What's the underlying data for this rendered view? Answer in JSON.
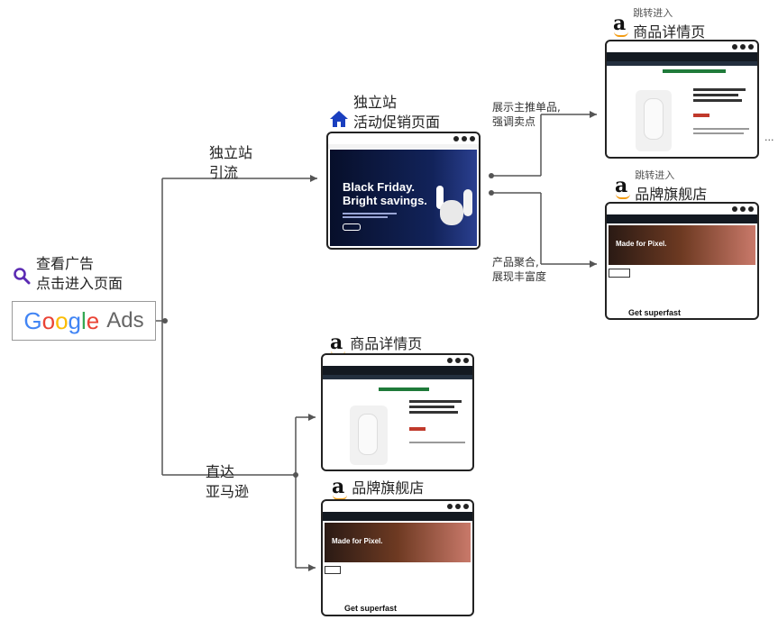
{
  "google": {
    "ads": "Ads",
    "caption_line1": "查看广告",
    "caption_line2": "点击进入页面"
  },
  "branch_top": {
    "line1": "独立站",
    "line2": "引流"
  },
  "branch_bottom": {
    "line1": "直达",
    "line2": "亚马逊"
  },
  "independent_site": {
    "line1": "独立站",
    "line2": "活动促销页面",
    "headline1": "Black Friday.",
    "headline2": "Bright savings."
  },
  "edge_top": {
    "line1": "展示主推单品,",
    "line2": "强调卖点"
  },
  "edge_bottom": {
    "line1": "产品聚合,",
    "line2": "展现丰富度"
  },
  "jump_label": "跳转进入",
  "product_page_label": "商品详情页",
  "brand_store_label": "品牌旗舰店",
  "brand_headline": "Made for Pixel.",
  "brand_footer": "Get superfast",
  "ellipsis": "..."
}
